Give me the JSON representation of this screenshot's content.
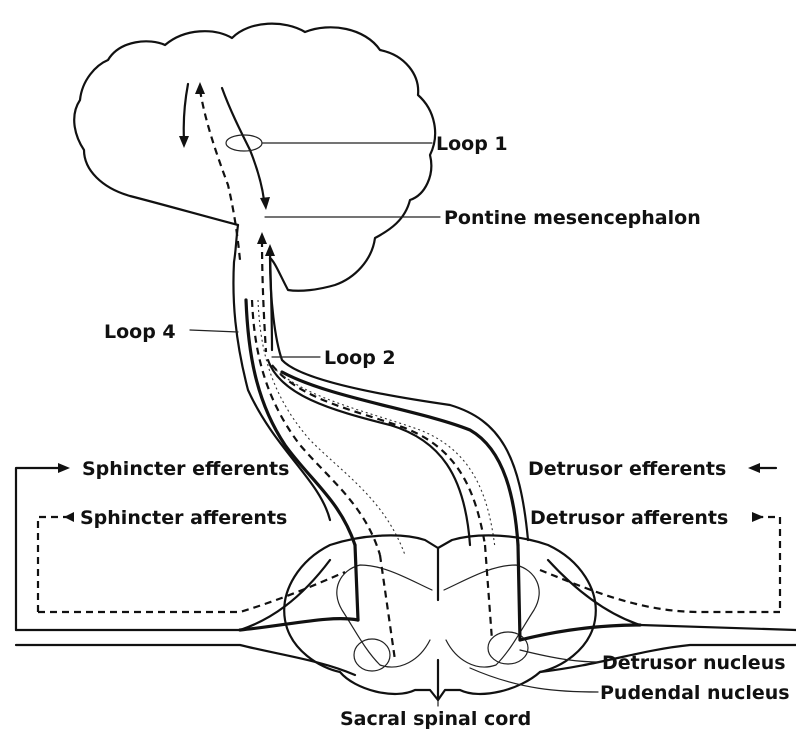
{
  "labels": {
    "loop1": "Loop 1",
    "pontine": "Pontine mesencephalon",
    "loop4": "Loop 4",
    "loop2": "Loop 2",
    "sphincter_efferents": "Sphincter efferents",
    "sphincter_afferents": "Sphincter afferents",
    "detrusor_efferents": "Detrusor efferents",
    "detrusor_afferents": "Detrusor afferents",
    "detrusor_nucleus": "Detrusor nucleus",
    "pudendal_nucleus": "Pudendal nucleus",
    "sacral_cord": "Sacral spinal cord"
  }
}
